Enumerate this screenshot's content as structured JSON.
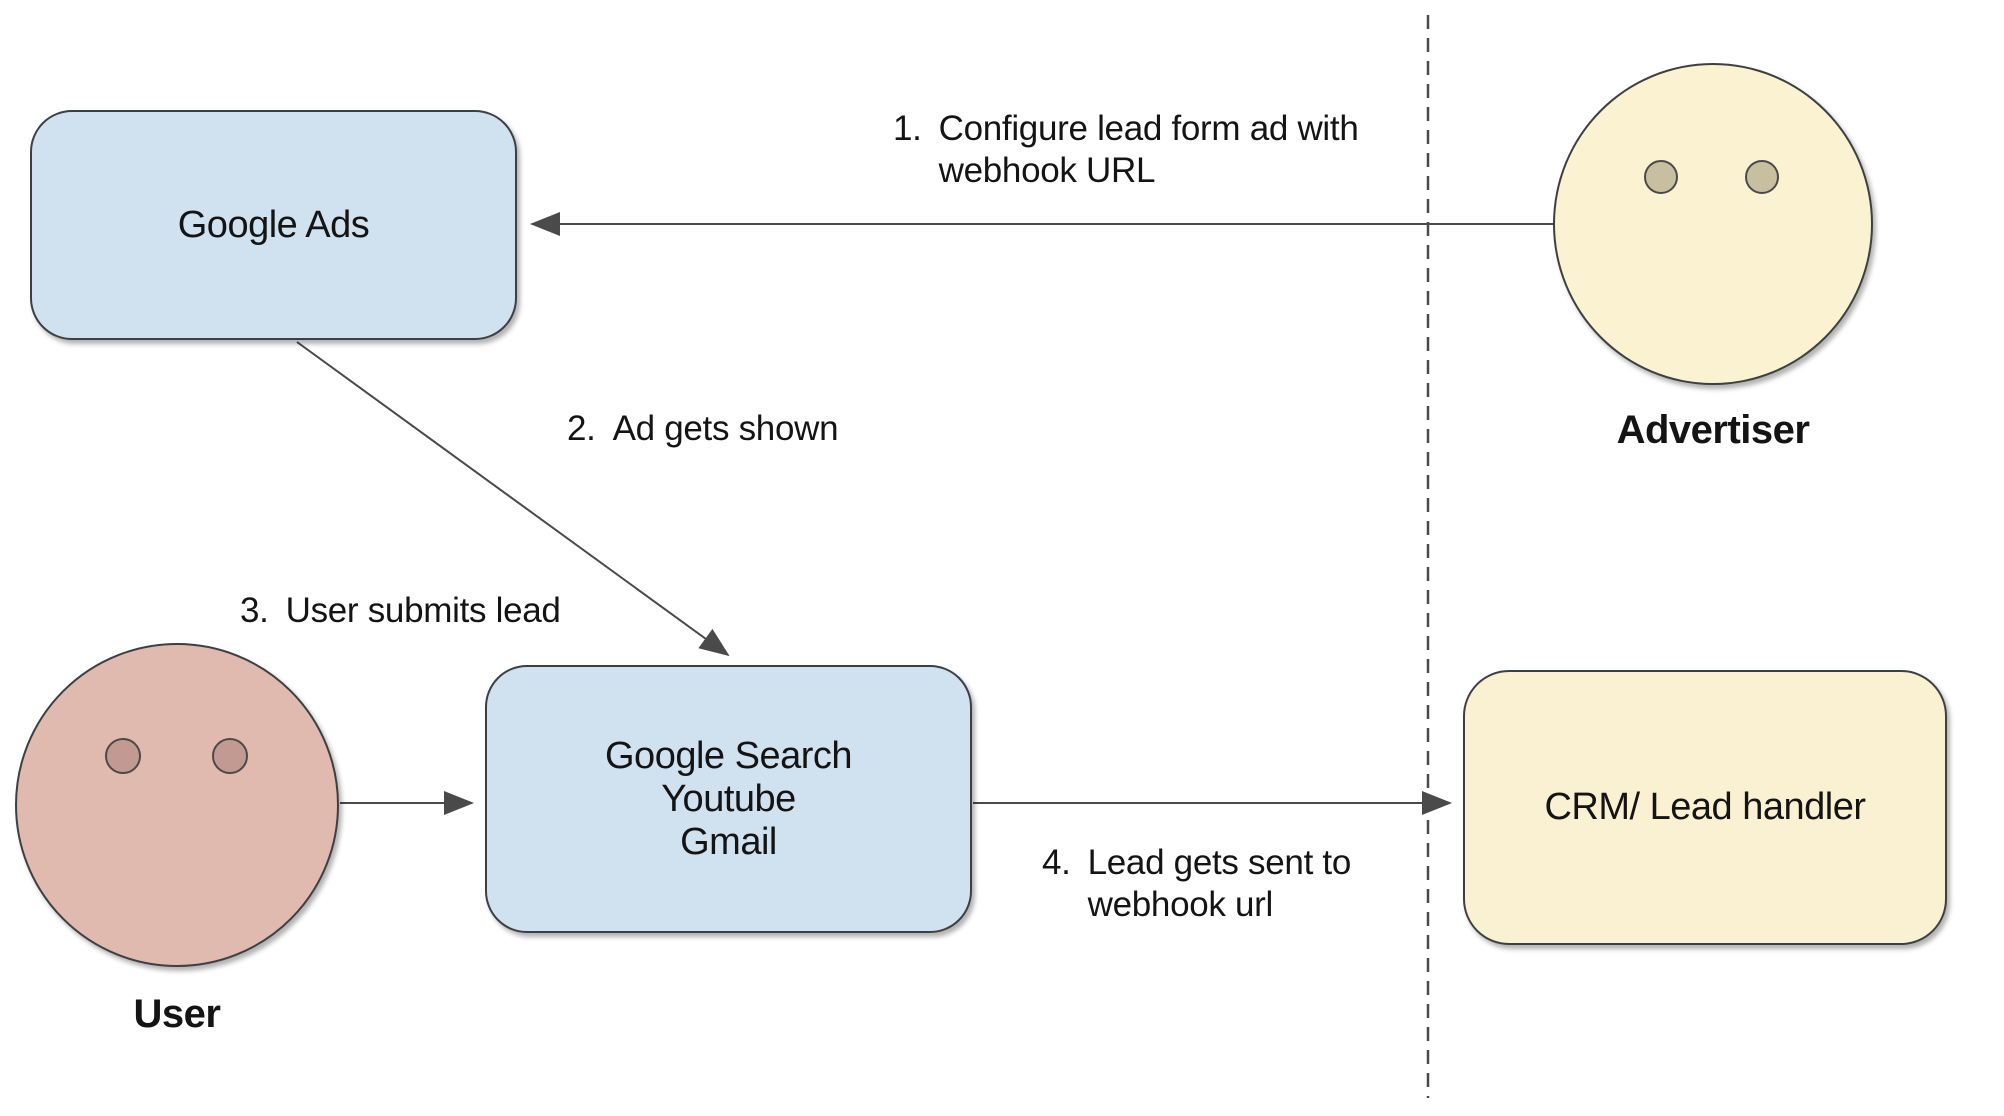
{
  "palette": {
    "background": "#ffffff",
    "box_blue_fill": "#d0e1ef",
    "box_yellow_fill": "#faf0d2",
    "face_advertiser_fill": "#faf2d0",
    "face_advertiser_eye": "#c8bfa1",
    "face_user_fill": "#e0b9af",
    "face_user_eye": "#c29a92",
    "shape_border": "#3d4043",
    "connector_stroke": "#4a4a4a",
    "text": "#141414"
  },
  "nodes": {
    "google_ads": {
      "label": "Google Ads"
    },
    "platforms": {
      "line1": "Google Search",
      "line2": "Youtube",
      "line3": "Gmail"
    },
    "crm": {
      "label": "CRM/ Lead handler"
    }
  },
  "actors": {
    "advertiser": {
      "label": "Advertiser"
    },
    "user": {
      "label": "User"
    }
  },
  "steps": [
    {
      "number": "1.",
      "lines": [
        "Configure lead form ad with",
        "webhook URL"
      ]
    },
    {
      "number": "2.",
      "lines": [
        "Ad gets shown"
      ]
    },
    {
      "number": "3.",
      "lines": [
        "User submits lead"
      ]
    },
    {
      "number": "4.",
      "lines": [
        "Lead gets sent to",
        "webhook url"
      ]
    }
  ]
}
